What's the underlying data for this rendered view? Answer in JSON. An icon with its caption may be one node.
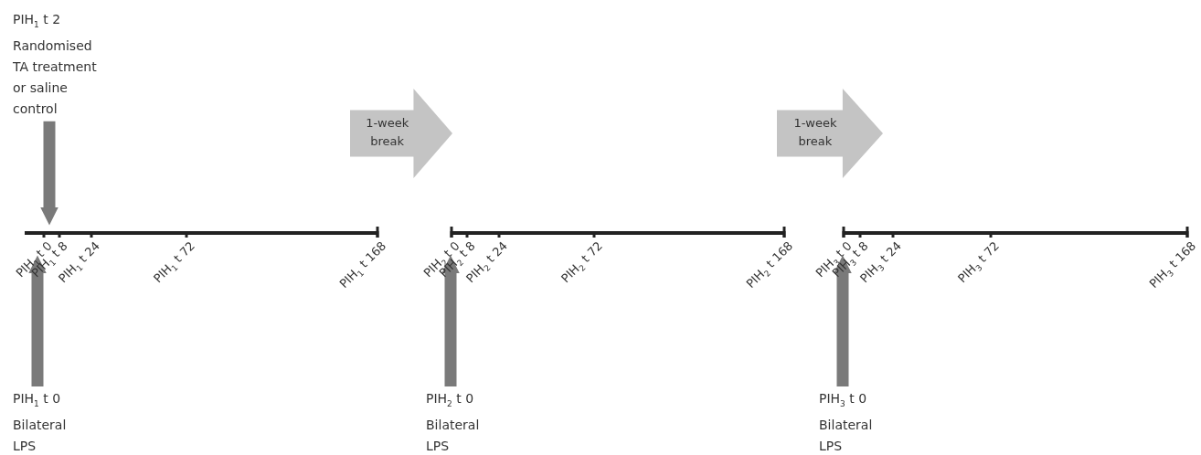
{
  "diagram": {
    "nodes": [
      {
        "text": [
          "PIH$_{1}$ t 2 Randomised TA treatment or saline control"
        ]
      },
      {
        "text": [],
        "shape": "bar",
        "beside": [
          "PIH$_{1}$ t 0",
          "PIH$_{1}$ t 8",
          "PIH$_{1}$ t 24",
          "PIH$_{1}$ t 72",
          "PIH$_{1}$ t 168"
        ]
      },
      {
        "text": [
          "1-week break"
        ]
      },
      {
        "text": [],
        "shape": "bar",
        "beside": [
          "PIH$_{2}$ t 0",
          "PIH$_{2}$ t 8",
          "PIH$_{2}$ t 24",
          "PIH$_{2}$ t 72",
          "PIH$_{2}$ t 168"
        ]
      },
      {
        "text": [
          "1-week break"
        ]
      },
      {
        "text": [],
        "shape": "bar",
        "beside": [
          "PIH$_{3}$ t 0",
          "PIH$_{3}$ t 8",
          "PIH$_{3}$ t 24",
          "PIH$_{3}$ t 72",
          "PIH$_{3}$ t 168"
        ]
      },
      {
        "text": [
          "PIH$_{1}$ t 0 Bilateral LPS"
        ]
      },
      {
        "text": [
          "PIH$_{2}$ t 0 Bilateral LPS"
        ]
      },
      {
        "text": [
          "PIH$_{3}$ t 0 Bilateral LPS"
        ]
      }
    ],
    "edges": [
      {
        "from": 0,
        "to": 1,
        "arrow": "to"
      },
      {
        "from": 6,
        "to": 1,
        "arrow": "to"
      },
      {
        "from": 7,
        "to": 3,
        "arrow": "to"
      },
      {
        "from": 8,
        "to": 5,
        "arrow": "to"
      }
    ]
  }
}
